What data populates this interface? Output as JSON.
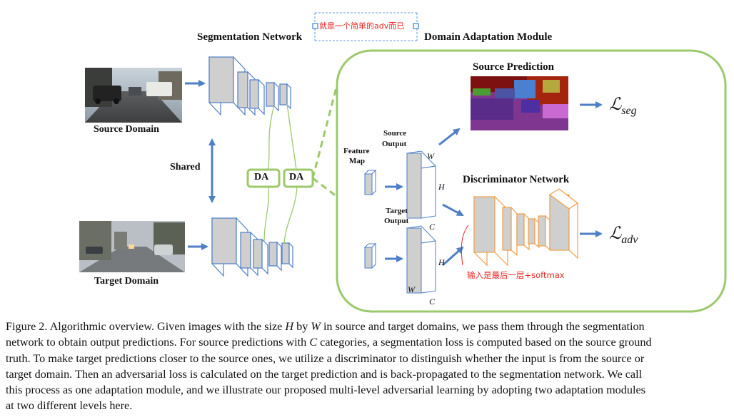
{
  "figure": {
    "segmentation_network_label": "Segmentation Network",
    "domain_adaptation_module_label": "Domain Adaptation Module",
    "source_domain_label": "Source Domain",
    "target_domain_label": "Target Domain",
    "shared_label": "Shared",
    "da_labels": [
      "DA",
      "DA"
    ],
    "feature_map_label_1": "Feature",
    "feature_map_label_2": "Map",
    "source_output_label_1": "Source",
    "source_output_label_2": "Output",
    "target_output_label_1": "Target",
    "target_output_label_2": "Output",
    "source_prediction_label": "Source Prediction",
    "discriminator_network_label": "Discriminator Network",
    "dim_W": "W",
    "dim_H": "H",
    "dim_C": "C",
    "loss_seg_main": "ℒ",
    "loss_seg_sub": "seg",
    "loss_adv_main": "ℒ",
    "loss_adv_sub": "adv"
  },
  "annotations": {
    "top_note": "就是一个简单的adv而已",
    "discriminator_input_note": "输入是最后一层+softmax"
  },
  "colors": {
    "green": "#9cc96b",
    "blue_arrow": "#4f7fc7",
    "orange": "#f0a04b",
    "annotation_red": "#e8261f",
    "annotation_blue": "#3b7fd6"
  },
  "caption": {
    "line1_a": "Figure 2.  Algorithmic overview. Given images with the size ",
    "H": "H",
    "line1_b": " by ",
    "W": "W",
    "line1_c": " in source and target domains, we pass them through the segmentation",
    "line2_a": "network to obtain output predictions. For source predictions with ",
    "C": "C",
    "line2_b": " categories, a segmentation loss is computed based on the source ground",
    "line3": "truth. To make target predictions closer to the source ones, we utilize a discriminator to distinguish whether the input is from the source or",
    "line4": "target domain. Then an adversarial loss is calculated on the target prediction and is back-propagated to the segmentation network. We call",
    "line5": "this process as one adaptation module, and we illustrate our proposed multi-level adversarial learning by adopting two adaptation modules",
    "line6": "at two different levels here."
  }
}
